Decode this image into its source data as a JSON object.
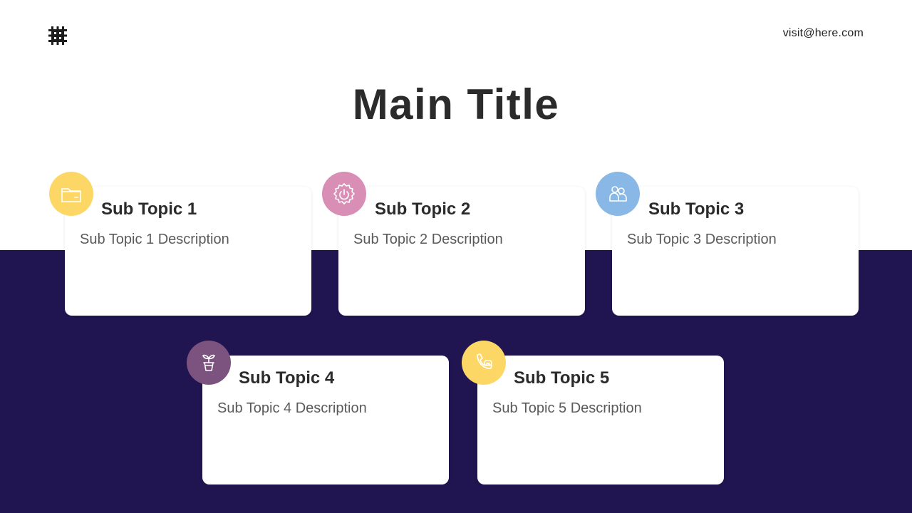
{
  "header": {
    "logo_icon": "grid-logo-icon",
    "email": "visit@here.com"
  },
  "title": "Main Title",
  "colors": {
    "band": "#211551",
    "yellow": "#FDD766",
    "pink": "#D98FB5",
    "blue": "#89B8E6",
    "purple": "#7C527E"
  },
  "topics": [
    {
      "title": "Sub Topic 1",
      "description": "Sub Topic 1 Description",
      "icon": "folder-icon",
      "color": "#FDD766"
    },
    {
      "title": "Sub Topic 2",
      "description": "Sub Topic 2 Description",
      "icon": "power-gear-icon",
      "color": "#D98FB5"
    },
    {
      "title": "Sub Topic 3",
      "description": "Sub Topic 3 Description",
      "icon": "users-icon",
      "color": "#89B8E6"
    },
    {
      "title": "Sub Topic 4",
      "description": "Sub Topic 4 Description",
      "icon": "plant-pot-icon",
      "color": "#7C527E"
    },
    {
      "title": "Sub Topic 5",
      "description": "Sub Topic 5 Description",
      "icon": "phone-chat-icon",
      "color": "#FDD766"
    }
  ]
}
